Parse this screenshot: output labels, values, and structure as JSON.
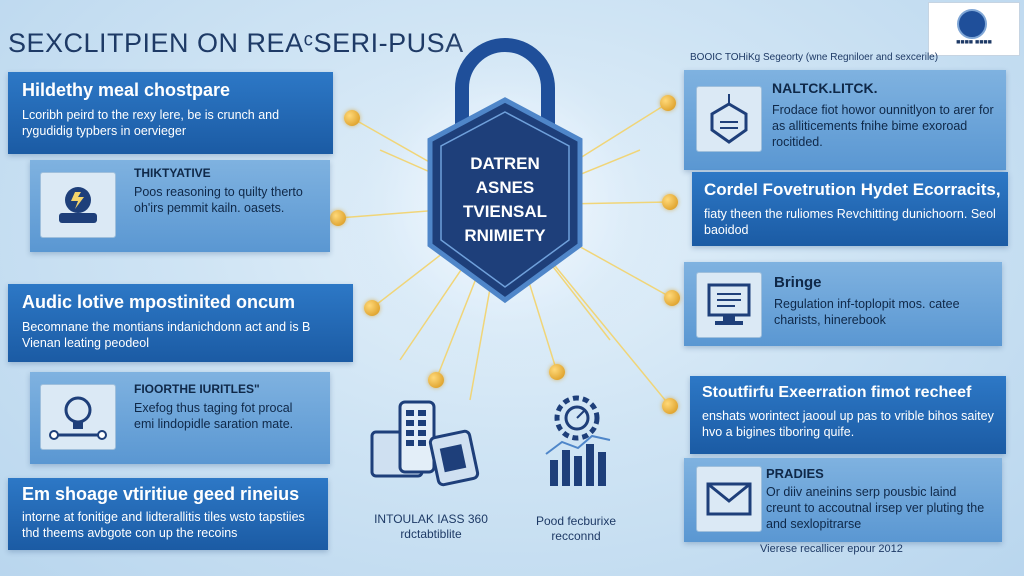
{
  "header": {
    "title": "SEXCLITPIEN ON REAᶜSERI-PUSA",
    "subtitle": "BOOIC TOHiKg Segeorty (wne Regniloer and sexcerile)"
  },
  "center": {
    "lines": [
      "DATREN",
      "ASNES",
      "TVIENSAL",
      "RNIMIETY"
    ]
  },
  "left": [
    {
      "title": "Hildethy meal chostpare",
      "body": "Lcoribh peird to the rexy lere, be is crunch and rygudidig typbers in oervieger"
    },
    {
      "title": "THIKTYATIVE",
      "body": "Poos reasoning to quilty therto oh'irs pemmit kailn. oasets."
    },
    {
      "title": "Audic lotive mpostinited oncum",
      "body": "Becomnane the montians indanichdonn act and is B Vienan leating peodeol"
    },
    {
      "title": "FIOORTHE IURITLES\"",
      "body": "Exefog thus taging fot procal emi lindopidle saration mate."
    },
    {
      "title": "Em shoage vtiritiue geed rineius",
      "body": "intorne at fonitige and lidterallitis tiles wsto tapstiies thd theems avbgote con up the recoins"
    }
  ],
  "right": [
    {
      "title": "NALTCK.LITCK.",
      "body": "Frodace fiot howor ounnitlyon to arer for as alliticements fnihe bime exoroad rocitided."
    },
    {
      "title": "Cordel Fovetrution Hydet Ecorracits,",
      "body": "fiaty theen the ruliomes Revchitting dunichoorn. Seol baoidod"
    },
    {
      "title": "Bringe",
      "body": "Regulation inf-toplopit mos. catee charists, hinerebook"
    },
    {
      "title": "Stoutfirfu Exeerration fimot recheef",
      "body": "enshats worintect jaooul up pas to vrible bihos saitey hvo a bigines tiboring quife."
    },
    {
      "title": "PRADIES",
      "body": "Or diiv aneinins serp pousbic laind creunt to accoutnal irsep ver pluting the and sexlopitrarse"
    }
  ],
  "captions": {
    "devices": "INTOULAK IASS 360 rdctabtiblite",
    "chart": "Pood fecburixe recconnd"
  },
  "footer": "Vierese recallicer epour 2012",
  "icons": {
    "logo": "globe-logo",
    "lock": "padlock-icon",
    "left_box_2": "vr-headset-icon",
    "left_box_4": "lightbulb-network-icon",
    "right_box_1": "shield-node-icon",
    "right_box_3": "monitor-document-icon",
    "right_box_5": "envelope-icon",
    "bottom_left": "devices-icon",
    "bottom_right": "gear-chart-icon"
  },
  "colors": {
    "accent": "#2d78c6",
    "dark_navy": "#1e3a66",
    "node_gold": "#e0a020"
  }
}
